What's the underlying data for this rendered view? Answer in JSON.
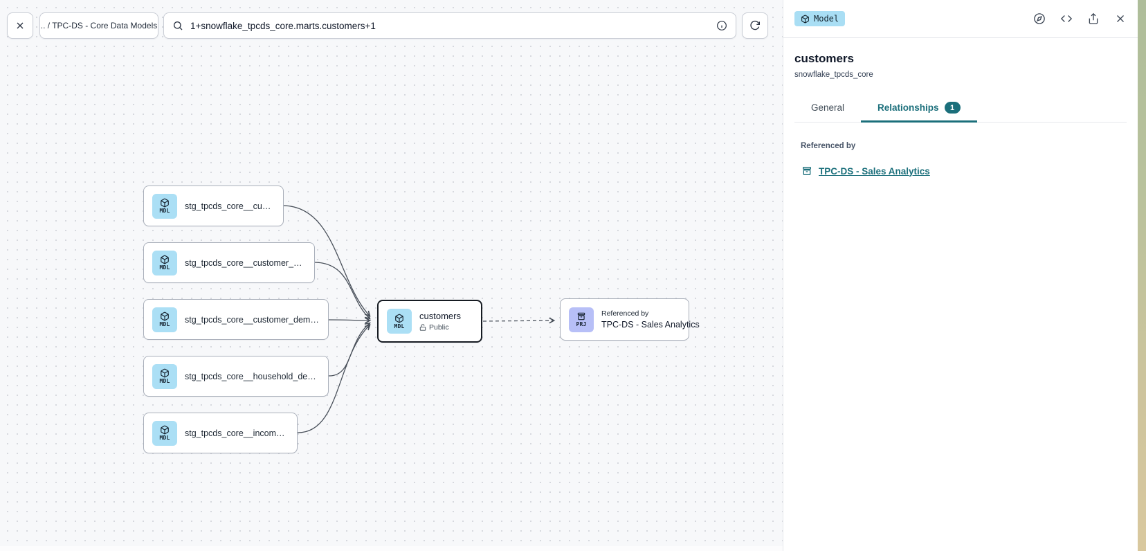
{
  "colors": {
    "accent_teal": "#1b6f7b",
    "model_badge_bg": "#a9def4",
    "mdl_icon_bg": "#abdff5",
    "prj_icon_bg": "#b7bff7",
    "canvas_bg": "#f7f8fa",
    "edge_gray": "#49505a"
  },
  "toolbar": {
    "breadcrumb": ".. / TPC-DS - Core Data Models",
    "search_value": "1+snowflake_tpcds_core.marts.customers+1"
  },
  "canvas": {
    "source_nodes": [
      {
        "label": "stg_tpcds_core__customer",
        "badge": "MDL"
      },
      {
        "label": "stg_tpcds_core__customer_address",
        "badge": "MDL"
      },
      {
        "label": "stg_tpcds_core__customer_demogra...",
        "badge": "MDL"
      },
      {
        "label": "stg_tpcds_core__household_demogr...",
        "badge": "MDL"
      },
      {
        "label": "stg_tpcds_core__income_band",
        "badge": "MDL"
      }
    ],
    "center_node": {
      "badge": "MDL",
      "title": "customers",
      "visibility": "Public"
    },
    "target_node": {
      "badge": "PRJ",
      "kicker": "Referenced by",
      "title": "TPC-DS - Sales Analytics"
    }
  },
  "panel": {
    "type_badge": "Model",
    "title": "customers",
    "subtitle": "snowflake_tpcds_core",
    "tabs": [
      {
        "label": "General"
      },
      {
        "label": "Relationships",
        "badge": "1"
      }
    ],
    "section_label": "Referenced by",
    "reference_link": "TPC-DS - Sales Analytics"
  }
}
